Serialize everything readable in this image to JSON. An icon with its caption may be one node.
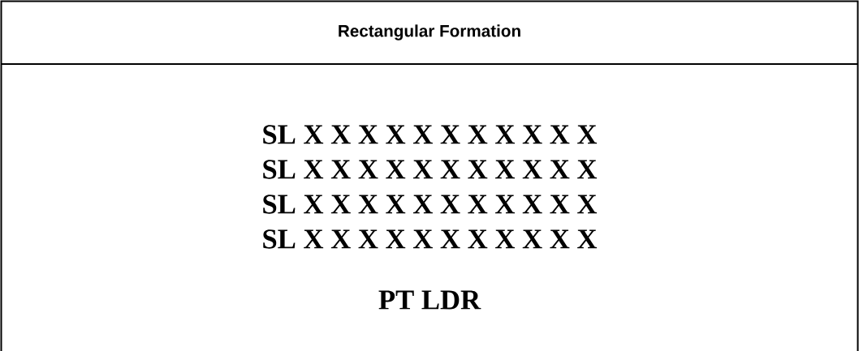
{
  "diagram": {
    "title": "Rectangular Formation",
    "labels": [
      "SL X X X X X X X X X X X",
      "SL X X X X X X X X X X X",
      "SL X X X X X X X X X X X",
      "SL X X X X X X X X X X X",
      "PT LDR"
    ]
  }
}
